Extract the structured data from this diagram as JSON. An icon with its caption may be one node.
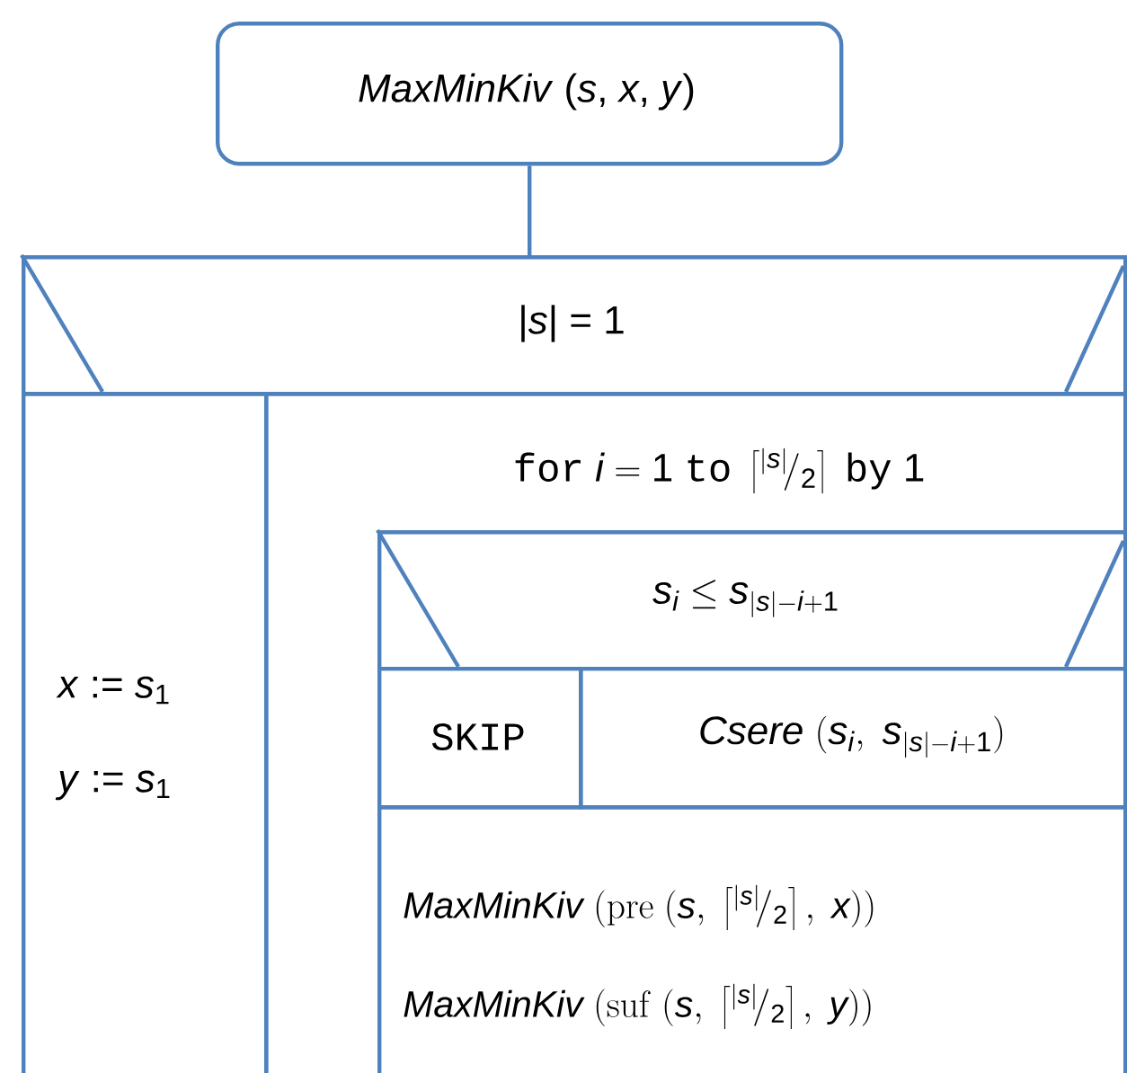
{
  "diagram": {
    "nodes": [
      {
        "text": [
          "*MaxMinKiv* (*s*, *x*, *y*)"
        ]
      },
      {
        "text": [
          "|*s*| = 1"
        ]
      },
      {
        "text": [
          "*x* := *s*$_{1}$",
          "*y* := *s*$_{1}$"
        ]
      },
      {
        "text": [
          "\\texttt{for}\\ i = 1\\ \\texttt{to}\\ \\left\\lceil {}^{|s|}\\!/_{2}\\right\\rceil\\ \\texttt{by}\\ 1"
        ]
      },
      {
        "text": [
          "s_i \\le s_{|s|-i+1}"
        ],
        "in": 3
      },
      {
        "text": [
          "SKIP"
        ],
        "in": 3
      },
      {
        "text": [
          "\\textit{Csere}\\ (s_i,\\ s_{|s|-i+1})"
        ],
        "in": 3
      },
      {
        "text": [
          "\\textit{MaxMinKiv}\\ (\\mathrm{pre}\\ (s,\\ \\left\\lceil {}^{|s|}\\!/_{2}\\right\\rceil,\\ x))",
          "\\textit{MaxMinKiv}\\ (\\mathrm{suf}\\ (s,\\ \\left\\lceil {}^{|s|}\\!/_{2}\\right\\rceil,\\ y))"
        ],
        "in": 3
      }
    ],
    "edges": [
      {
        "from": 0,
        "to": 1,
        "arrow": "none"
      }
    ]
  }
}
